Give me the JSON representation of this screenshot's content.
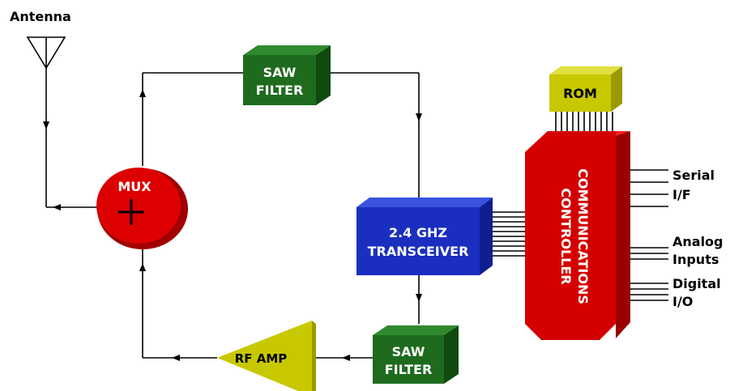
{
  "labels": {
    "antenna": "Antenna",
    "saw_filter_top": [
      "SAW",
      "FILTER"
    ],
    "saw_filter_bottom": [
      "SAW",
      "FILTER"
    ],
    "mux": "MUX",
    "transceiver": [
      "2.4 GHZ",
      "TRANSCEIVER"
    ],
    "rf_amp": "RF AMP",
    "rom": "ROM",
    "controller": [
      "COMMUNICATIONS",
      "CONTROLLER"
    ],
    "serial": [
      "Serial",
      "I/F"
    ],
    "analog": [
      "Analog",
      "Inputs"
    ],
    "digital": [
      "Digital",
      "I/O"
    ]
  },
  "colors": {
    "saw_filter": "#1e6b1e",
    "mux": "#dd0000",
    "transceiver": "#1a2fbf",
    "rf_amp": "#c8c800",
    "rom": "#c8c800",
    "controller": "#d40000"
  },
  "icons": {
    "antenna": "antenna-icon",
    "plus": "plus-icon"
  }
}
